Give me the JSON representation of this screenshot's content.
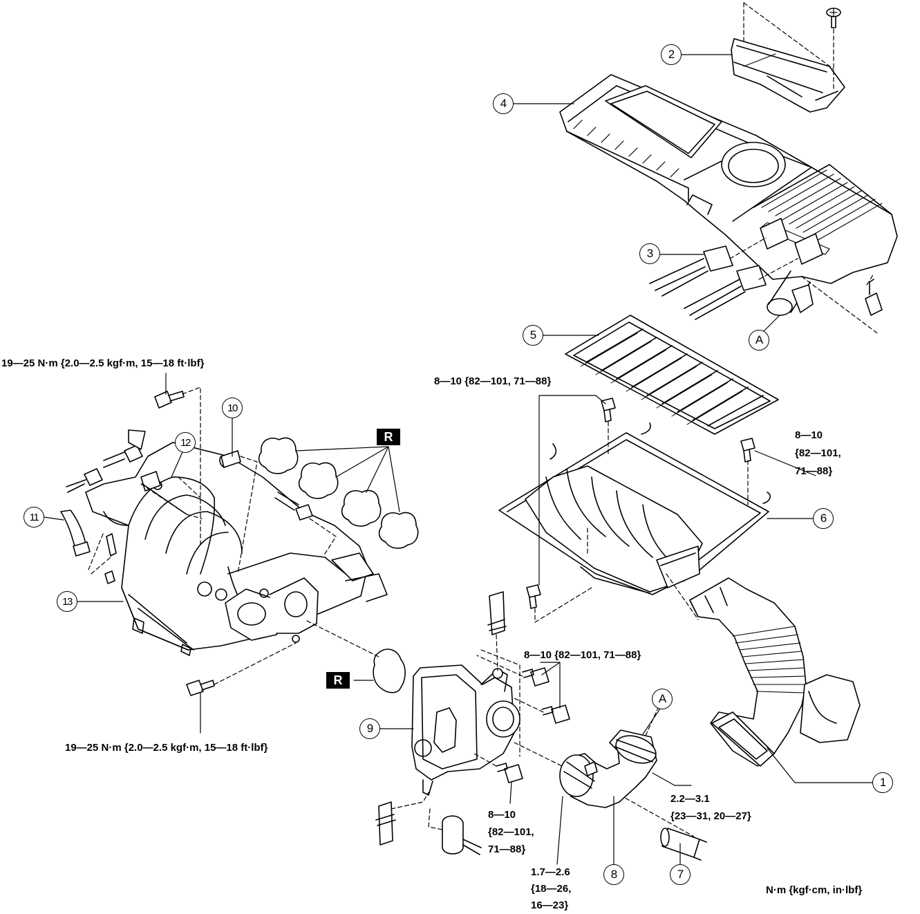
{
  "callouts": {
    "c1": "1",
    "c2": "2",
    "c3": "3",
    "c4": "4",
    "c5": "5",
    "c6": "6",
    "c7": "7",
    "c8": "8",
    "c9": "9",
    "c10": "10",
    "c11": "11",
    "c12": "12",
    "c13": "13",
    "a_top": "A",
    "a_bottom": "A"
  },
  "badges": {
    "r_top": "R",
    "r_bottom": "R"
  },
  "torque": {
    "intake_manifold_top": "19—25 N·m {2.0—2.5 kgf·m, 15—18 ft·lbf}",
    "intake_manifold_bottom": "19—25 N·m {2.0—2.5 kgf·m, 15—18 ft·lbf}",
    "air_cleaner_left": "8—10 {82—101, 71—88}",
    "air_cleaner_right": "8—10\n{82—101,\n71—88}",
    "throttle_upper": "8—10 {82—101, 71—88}",
    "throttle_lower": "8—10\n{82—101,\n71—88}",
    "clamp_upper": "2.2—3.1\n{23—31, 20—27}",
    "clamp_lower": "1.7—2.6\n{18—26,\n16—23}",
    "units": "N·m {kgf·cm, in·lbf}"
  }
}
